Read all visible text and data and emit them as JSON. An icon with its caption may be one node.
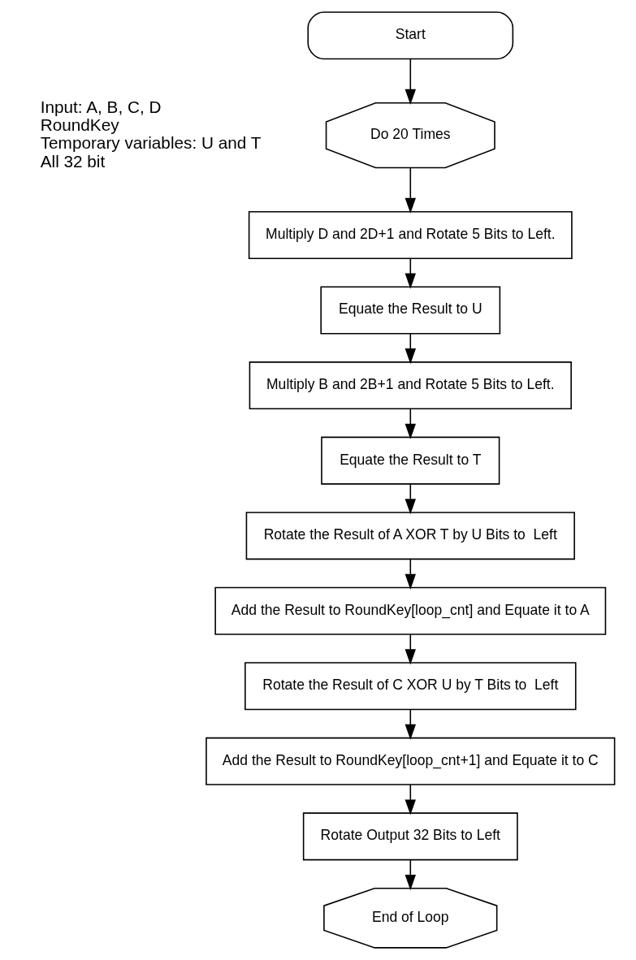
{
  "diagram": {
    "nodes": [
      {
        "text": [
          "Start"
        ]
      },
      {
        "text": [
          "Do 20 Times"
        ]
      },
      {
        "text": [
          "Multiply D and 2D+1 and Rotate 5 Bits to Left."
        ]
      },
      {
        "text": [
          "Equate the Result to U"
        ]
      },
      {
        "text": [
          "Multiply B and 2B+1 and Rotate 5 Bits to Left."
        ]
      },
      {
        "text": [
          "Equate the Result to T"
        ]
      },
      {
        "text": [
          "Rotate the Result of A XOR T by U Bits to  Left"
        ]
      },
      {
        "text": [
          "Add the Result to RoundKey[loop_cnt] and Equate it to A"
        ]
      },
      {
        "text": [
          "Rotate the Result of C XOR U by T Bits to  Left"
        ]
      },
      {
        "text": [
          "Add the Result to RoundKey[loop_cnt+1] and Equate it to C"
        ]
      },
      {
        "text": [
          "Rotate Output 32 Bits to Left"
        ]
      },
      {
        "text": [
          "End of Loop"
        ]
      }
    ],
    "edges": [
      {
        "from": 0,
        "to": 1,
        "arrow": "to"
      },
      {
        "from": 1,
        "to": 2,
        "arrow": "to"
      },
      {
        "from": 2,
        "to": 3,
        "arrow": "to"
      },
      {
        "from": 3,
        "to": 4,
        "arrow": "to"
      },
      {
        "from": 4,
        "to": 5,
        "arrow": "to"
      },
      {
        "from": 5,
        "to": 6,
        "arrow": "to"
      },
      {
        "from": 6,
        "to": 7,
        "arrow": "to"
      },
      {
        "from": 7,
        "to": 8,
        "arrow": "to"
      },
      {
        "from": 8,
        "to": 9,
        "arrow": "to"
      },
      {
        "from": 9,
        "to": 10,
        "arrow": "to"
      },
      {
        "from": 10,
        "to": 11,
        "arrow": "to"
      }
    ],
    "labels": [
      "Input: A, B, C, D",
      "RoundKey",
      "Temporary variables: U and T",
      "All 32 bit"
    ]
  }
}
